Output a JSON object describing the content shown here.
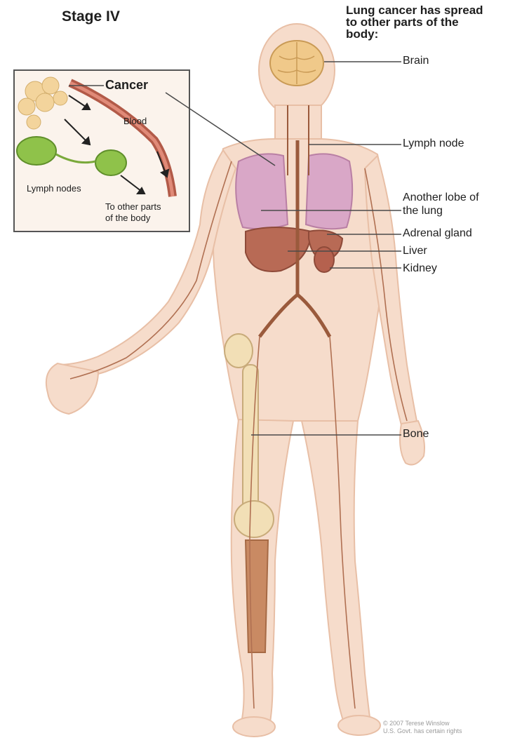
{
  "title": "Stage IV",
  "heading_lines": [
    "Lung cancer has spread",
    "to other parts of the",
    "body:"
  ],
  "labels": {
    "brain": "Brain",
    "lymph_node": "Lymph node",
    "another_lobe_1": "Another lobe of",
    "another_lobe_2": "the lung",
    "adrenal_gland": "Adrenal gland",
    "liver": "Liver",
    "kidney": "Kidney",
    "bone": "Bone"
  },
  "inset": {
    "cancer": "Cancer",
    "blood": "Blood",
    "lymph_nodes": "Lymph nodes",
    "other_parts_1": "To other parts",
    "other_parts_2": "of the body"
  },
  "credit_lines": [
    "© 2007 Terese Winslow",
    "U.S. Govt. has certain rights"
  ],
  "colors": {
    "skin": "#f6dccb",
    "skin_outline": "#e8bfa6",
    "lung": "#d9a7c7",
    "liver": "#b86a55",
    "kidney": "#b5614e",
    "brain": "#f0c98a",
    "vessel": "#9a5a3c",
    "bone": "#f2dfb6",
    "muscle": "#c98a63",
    "lymph_green": "#8fc24a",
    "leader_line": "#4a4a4a"
  }
}
